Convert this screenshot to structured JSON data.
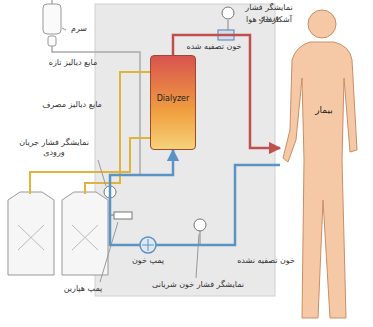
{
  "diagram": {
    "nodes": [
      {
        "text": [
          "Dialyzer"
        ]
      },
      {
        "text": [
          "بیمار"
        ]
      }
    ],
    "edges": [
      {
        "from": 1,
        "to": 0,
        "arrow": "to"
      },
      {
        "from": 0,
        "to": 1,
        "arrow": "to"
      }
    ],
    "labels": [
      "سرم",
      "نمایشگر فشار وریدی",
      "آشکارساز هوا",
      "خون تصفیه شده",
      "مایع دیالیز تازه",
      "مایع دیالیز مصرف",
      "نمایشگر فشار جریان ورودی",
      "پمپ خون",
      "خون تصفیه نشده",
      "پمپ هپارین",
      "نمایشگر فشار خون شریانی"
    ]
  }
}
